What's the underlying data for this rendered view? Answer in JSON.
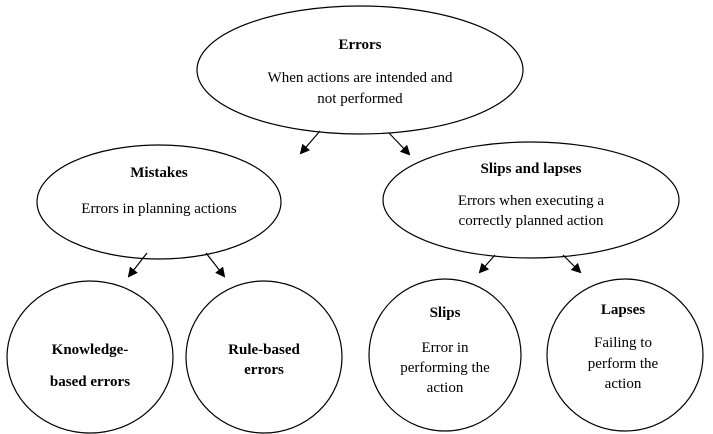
{
  "root": {
    "title": "Errors",
    "desc_line1": "When actions are intended and",
    "desc_line2": "not performed"
  },
  "mistakes": {
    "title": "Mistakes",
    "desc": "Errors in planning actions"
  },
  "slips_lapses": {
    "title": "Slips and lapses",
    "desc_line1": "Errors when executing a",
    "desc_line2": "correctly planned action"
  },
  "knowledge": {
    "line1": "Knowledge-",
    "line2": "based errors"
  },
  "rule": {
    "line1": "Rule-based",
    "line2": "errors"
  },
  "slips": {
    "title": "Slips",
    "line1": "Error in",
    "line2": "performing the",
    "line3": "action"
  },
  "lapses": {
    "title": "Lapses",
    "line1": "Failing to",
    "line2": "perform the",
    "line3": "action"
  }
}
